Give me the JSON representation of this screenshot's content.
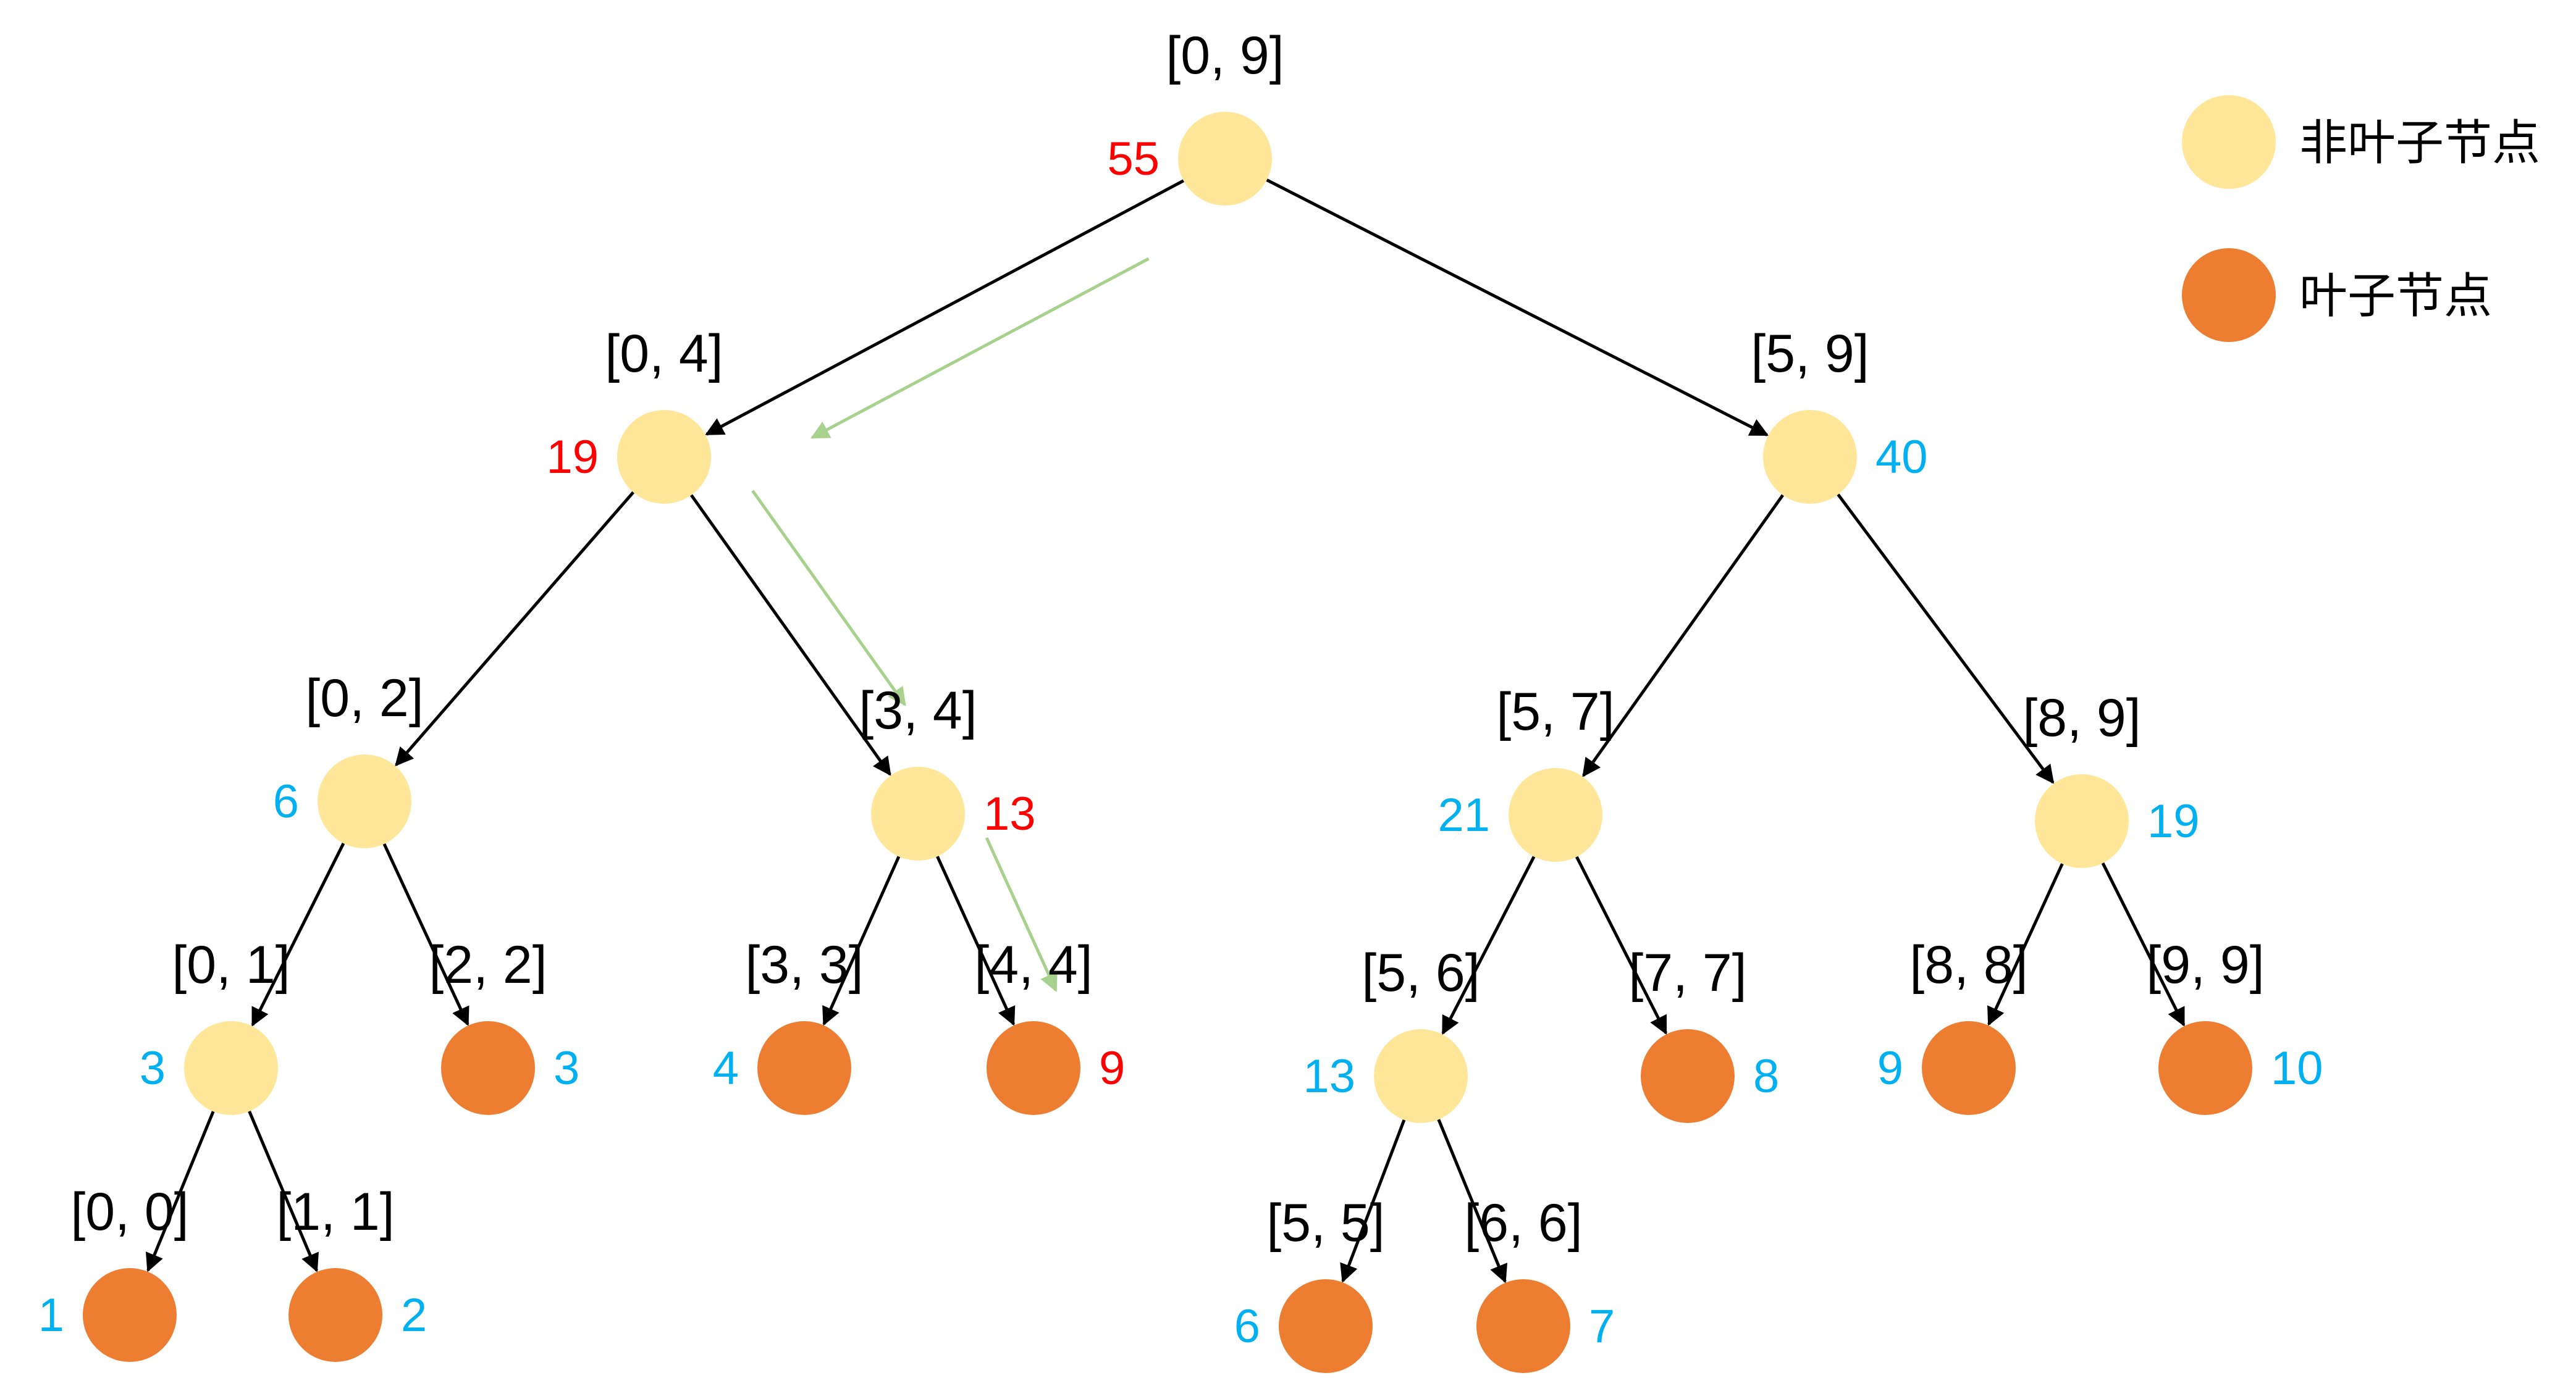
{
  "colors": {
    "non_leaf_node": "#ffe699",
    "leaf_node": "#ed7d31",
    "value_on_path": "#ff0000",
    "value_off_path": "#00b0f0",
    "edge": "#000000",
    "path_arrow": "#a9d18e"
  },
  "legend": {
    "non_leaf_label": "非叶子节点",
    "leaf_label": "叶子节点"
  },
  "nodes": [
    {
      "id": "0-9",
      "range": "[0, 9]",
      "value": "55",
      "leaf": false,
      "on_path": true
    },
    {
      "id": "0-4",
      "range": "[0, 4]",
      "value": "19",
      "leaf": false,
      "on_path": true
    },
    {
      "id": "5-9",
      "range": "[5, 9]",
      "value": "40",
      "leaf": false,
      "on_path": false
    },
    {
      "id": "0-2",
      "range": "[0, 2]",
      "value": "6",
      "leaf": false,
      "on_path": false
    },
    {
      "id": "3-4",
      "range": "[3, 4]",
      "value": "13",
      "leaf": false,
      "on_path": true
    },
    {
      "id": "5-7",
      "range": "[5, 7]",
      "value": "21",
      "leaf": false,
      "on_path": false
    },
    {
      "id": "8-9",
      "range": "[8, 9]",
      "value": "19",
      "leaf": false,
      "on_path": false
    },
    {
      "id": "0-1",
      "range": "[0, 1]",
      "value": "3",
      "leaf": false,
      "on_path": false
    },
    {
      "id": "2-2",
      "range": "[2, 2]",
      "value": "3",
      "leaf": true,
      "on_path": false
    },
    {
      "id": "3-3",
      "range": "[3, 3]",
      "value": "4",
      "leaf": true,
      "on_path": false
    },
    {
      "id": "4-4",
      "range": "[4, 4]",
      "value": "9",
      "leaf": true,
      "on_path": true
    },
    {
      "id": "5-6",
      "range": "[5, 6]",
      "value": "13",
      "leaf": false,
      "on_path": false
    },
    {
      "id": "7-7",
      "range": "[7, 7]",
      "value": "8",
      "leaf": true,
      "on_path": false
    },
    {
      "id": "8-8",
      "range": "[8, 8]",
      "value": "9",
      "leaf": true,
      "on_path": false
    },
    {
      "id": "9-9",
      "range": "[9, 9]",
      "value": "10",
      "leaf": true,
      "on_path": false
    },
    {
      "id": "0-0",
      "range": "[0, 0]",
      "value": "1",
      "leaf": true,
      "on_path": false
    },
    {
      "id": "1-1",
      "range": "[1, 1]",
      "value": "2",
      "leaf": true,
      "on_path": false
    },
    {
      "id": "5-5",
      "range": "[5, 5]",
      "value": "6",
      "leaf": true,
      "on_path": false
    },
    {
      "id": "6-6",
      "range": "[6, 6]",
      "value": "7",
      "leaf": true,
      "on_path": false
    }
  ],
  "edges": [
    [
      "0-9",
      "0-4"
    ],
    [
      "0-9",
      "5-9"
    ],
    [
      "0-4",
      "0-2"
    ],
    [
      "0-4",
      "3-4"
    ],
    [
      "5-9",
      "5-7"
    ],
    [
      "5-9",
      "8-9"
    ],
    [
      "0-2",
      "0-1"
    ],
    [
      "0-2",
      "2-2"
    ],
    [
      "3-4",
      "3-3"
    ],
    [
      "3-4",
      "4-4"
    ],
    [
      "5-7",
      "5-6"
    ],
    [
      "5-7",
      "7-7"
    ],
    [
      "8-9",
      "8-8"
    ],
    [
      "8-9",
      "9-9"
    ],
    [
      "0-1",
      "0-0"
    ],
    [
      "0-1",
      "1-1"
    ],
    [
      "5-6",
      "5-5"
    ],
    [
      "5-6",
      "6-6"
    ]
  ],
  "query_path": [
    "0-9",
    "0-4",
    "3-4",
    "4-4"
  ]
}
